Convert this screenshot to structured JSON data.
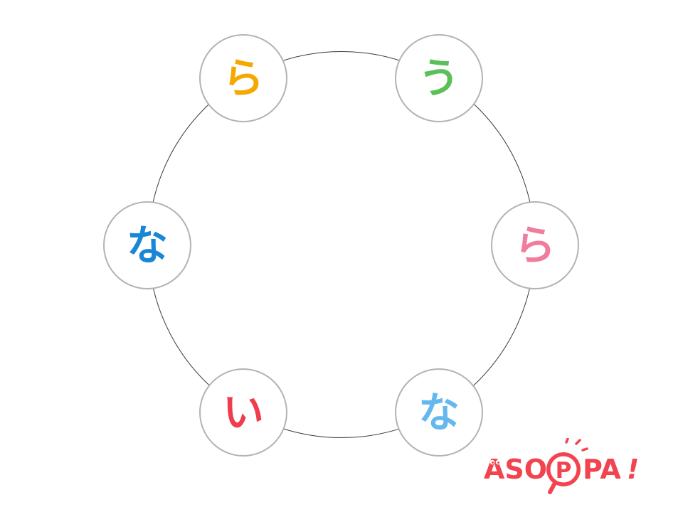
{
  "letters": [
    {
      "char": "ら",
      "color": "#f5a800"
    },
    {
      "char": "う",
      "color": "#5cbf5a"
    },
    {
      "char": "ら",
      "color": "#f07c9e"
    },
    {
      "char": "な",
      "color": "#64b8f0"
    },
    {
      "char": "い",
      "color": "#f03c4c"
    },
    {
      "char": "な",
      "color": "#1a86d6"
    }
  ],
  "logo": {
    "part1": "ASO",
    "part2": "P",
    "part3": "PA",
    "part4": "!",
    "color": "#f2444f"
  }
}
